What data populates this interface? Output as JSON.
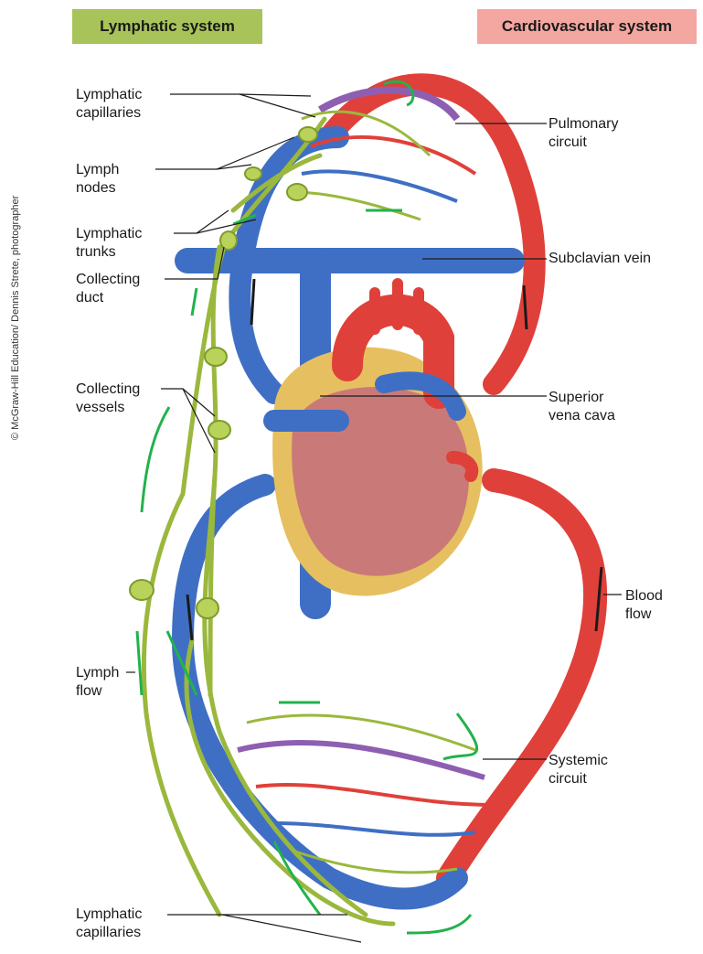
{
  "headers": {
    "lymphatic": "Lymphatic system",
    "cardiovascular": "Cardiovascular system"
  },
  "labels_left": {
    "lymphatic_capillaries_top": "Lymphatic\ncapillaries",
    "lymph_nodes": "Lymph\nnodes",
    "lymphatic_trunks": "Lymphatic\ntrunks",
    "collecting_duct": "Collecting\nduct",
    "collecting_vessels": "Collecting\nvessels",
    "lymph_flow": "Lymph\nflow",
    "lymphatic_capillaries_bottom": "Lymphatic\ncapillaries"
  },
  "labels_right": {
    "pulmonary_circuit": "Pulmonary\ncircuit",
    "subclavian_vein": "Subclavian vein",
    "superior_vena_cava": "Superior\nvena cava",
    "blood_flow": "Blood\nflow",
    "systemic_circuit": "Systemic\ncircuit"
  },
  "credit": "© McGraw-Hill Education/ Dennis Strete, photographer",
  "colors": {
    "lymph_green": "#9ab83c",
    "vein_blue": "#3f6fc4",
    "artery_red": "#e0403a",
    "arrow_green": "#22b24c",
    "heart_muscle": "#c97a78",
    "fat_yellow": "#e6c060"
  }
}
